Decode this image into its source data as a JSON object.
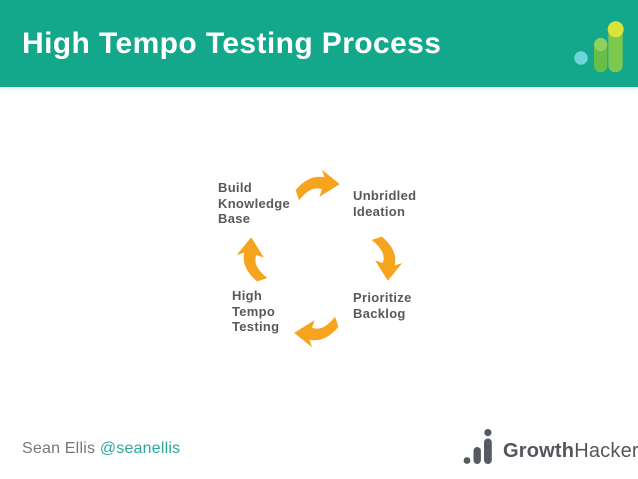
{
  "header": {
    "title": "High Tempo Testing Process",
    "logo_icon": "growthhackers-bars-mark"
  },
  "diagram": {
    "type": "cycle",
    "direction": "clockwise",
    "steps": [
      {
        "id": "build-knowledge-base",
        "lines": [
          "Build",
          "Knowledge",
          "Base"
        ]
      },
      {
        "id": "unbridled-ideation",
        "lines": [
          "Unbridled",
          "Ideation"
        ]
      },
      {
        "id": "prioritize-backlog",
        "lines": [
          "Prioritize",
          "Backlog"
        ]
      },
      {
        "id": "high-tempo-testing",
        "lines": [
          "High",
          "Tempo",
          "Testing"
        ]
      }
    ],
    "arrows": [
      "right",
      "down",
      "left",
      "up"
    ]
  },
  "footer": {
    "author": "Sean Ellis",
    "handle": "@seanellis",
    "brand_bold": "Growth",
    "brand_light": "Hackers",
    "brand_icon": "growthhackers-bars-mark-gray"
  },
  "colors": {
    "header_bg": "#13a78c",
    "arrow": "#f6a41e",
    "step_text": "#58595b",
    "author": "#76777a",
    "handle": "#2ba89b",
    "brand_text": "#53575c",
    "logo_cyan": "#6fd5dc",
    "logo_green_mid": "#68be4b",
    "logo_green_cap": "#90d163",
    "logo_green_tall": "#7cc94e",
    "logo_lime": "#d9e33c",
    "logo_gray": "#565b61"
  }
}
